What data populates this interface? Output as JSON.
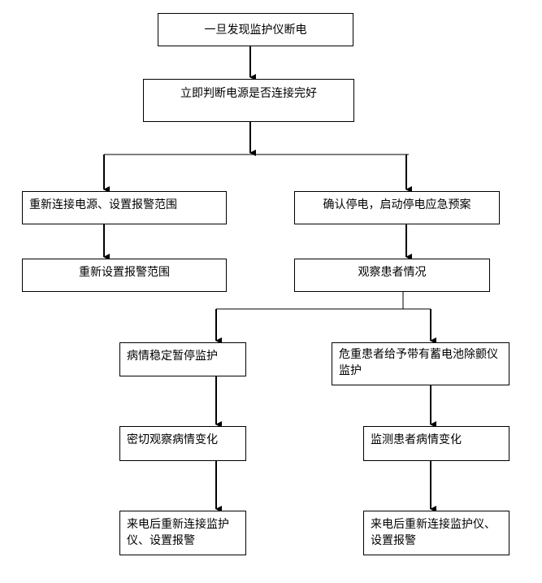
{
  "nodes": {
    "start": "一旦发现监护仪断电",
    "check_power": "立即判断电源是否连接完好",
    "reconnect_left": "重新连接电源、设置报警范围",
    "reset_alarm": "重新设置报警范围",
    "confirm_outage": "确认停电，启动停电应急预案",
    "observe": "观察患者情况",
    "stable_pause": "病情稳定暂停监护",
    "critical_defib": "危重患者给予带有蓄电池除颤仪监护",
    "close_watch": "密切观察病情变化",
    "monitor_change": "监测患者病情变化",
    "restore_left": "来电后重新连接监护仪、设置报警",
    "restore_right": "来电后重新连接监护仪、设置报警"
  }
}
